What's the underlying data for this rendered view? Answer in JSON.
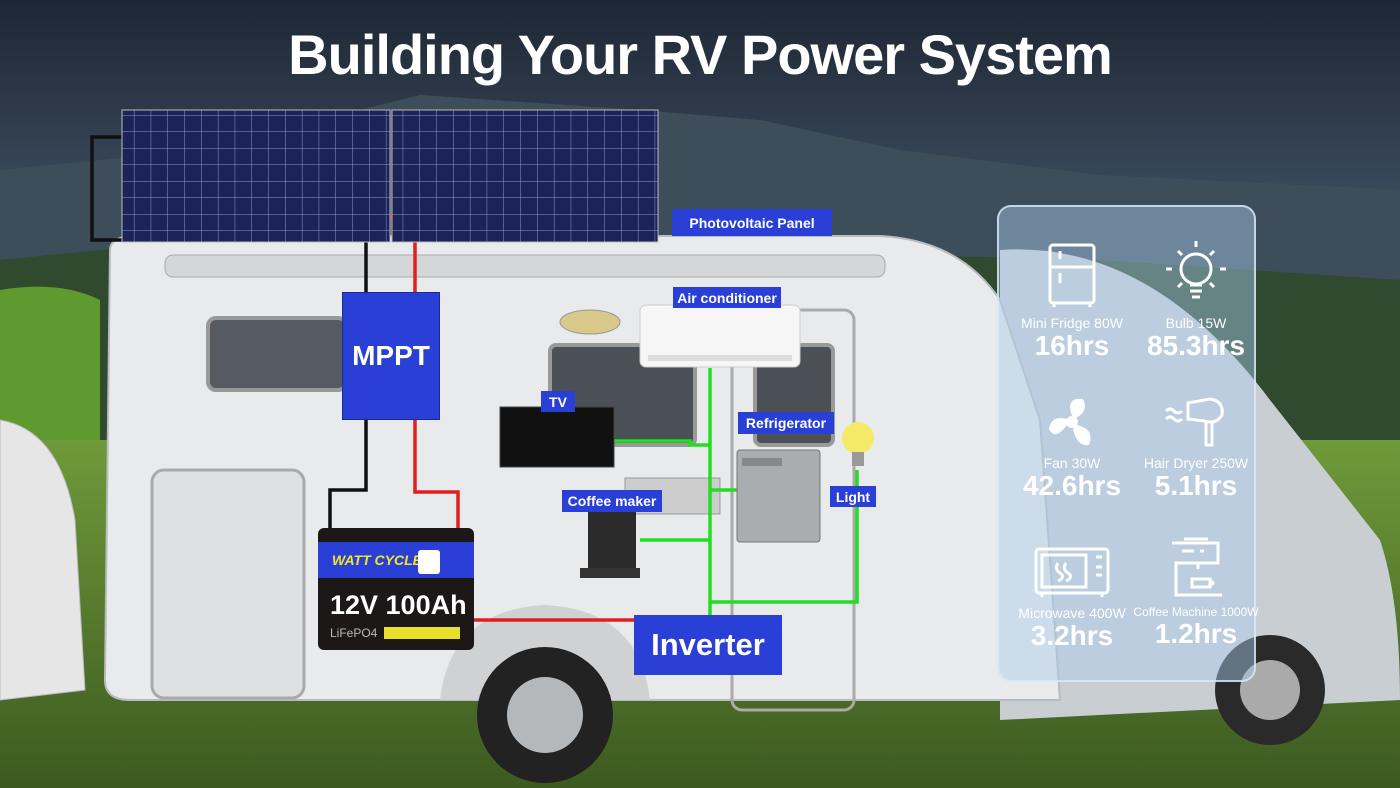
{
  "title": "Building Your RV Power System",
  "labels": {
    "photovoltaic_panel": "Photovoltaic Panel",
    "mppt": "MPPT",
    "air_conditioner": "Air conditioner",
    "tv": "TV",
    "refrigerator": "Refrigerator",
    "coffee_maker": "Coffee maker",
    "light": "Light",
    "inverter": "Inverter"
  },
  "battery": {
    "brand": "WATT CYCLE",
    "capacity": "12V 100Ah",
    "chemistry": "LiFePO4"
  },
  "colors": {
    "label_blue": "#2a3fd6",
    "wire_dc_positive": "#e02020",
    "wire_dc_negative": "#111111",
    "wire_ac": "#22dd22"
  },
  "runtimes": [
    {
      "icon": "mini-fridge-icon",
      "name": "Mini Fridge 80W",
      "hours": "16hrs"
    },
    {
      "icon": "bulb-icon",
      "name": "Bulb 15W",
      "hours": "85.3hrs"
    },
    {
      "icon": "fan-icon",
      "name": "Fan 30W",
      "hours": "42.6hrs"
    },
    {
      "icon": "hair-dryer-icon",
      "name": "Hair Dryer 250W",
      "hours": "5.1hrs"
    },
    {
      "icon": "microwave-icon",
      "name": "Microwave 400W",
      "hours": "3.2hrs"
    },
    {
      "icon": "coffee-machine-icon",
      "name": "Coffee Machine 1000W",
      "hours": "1.2hrs"
    }
  ]
}
